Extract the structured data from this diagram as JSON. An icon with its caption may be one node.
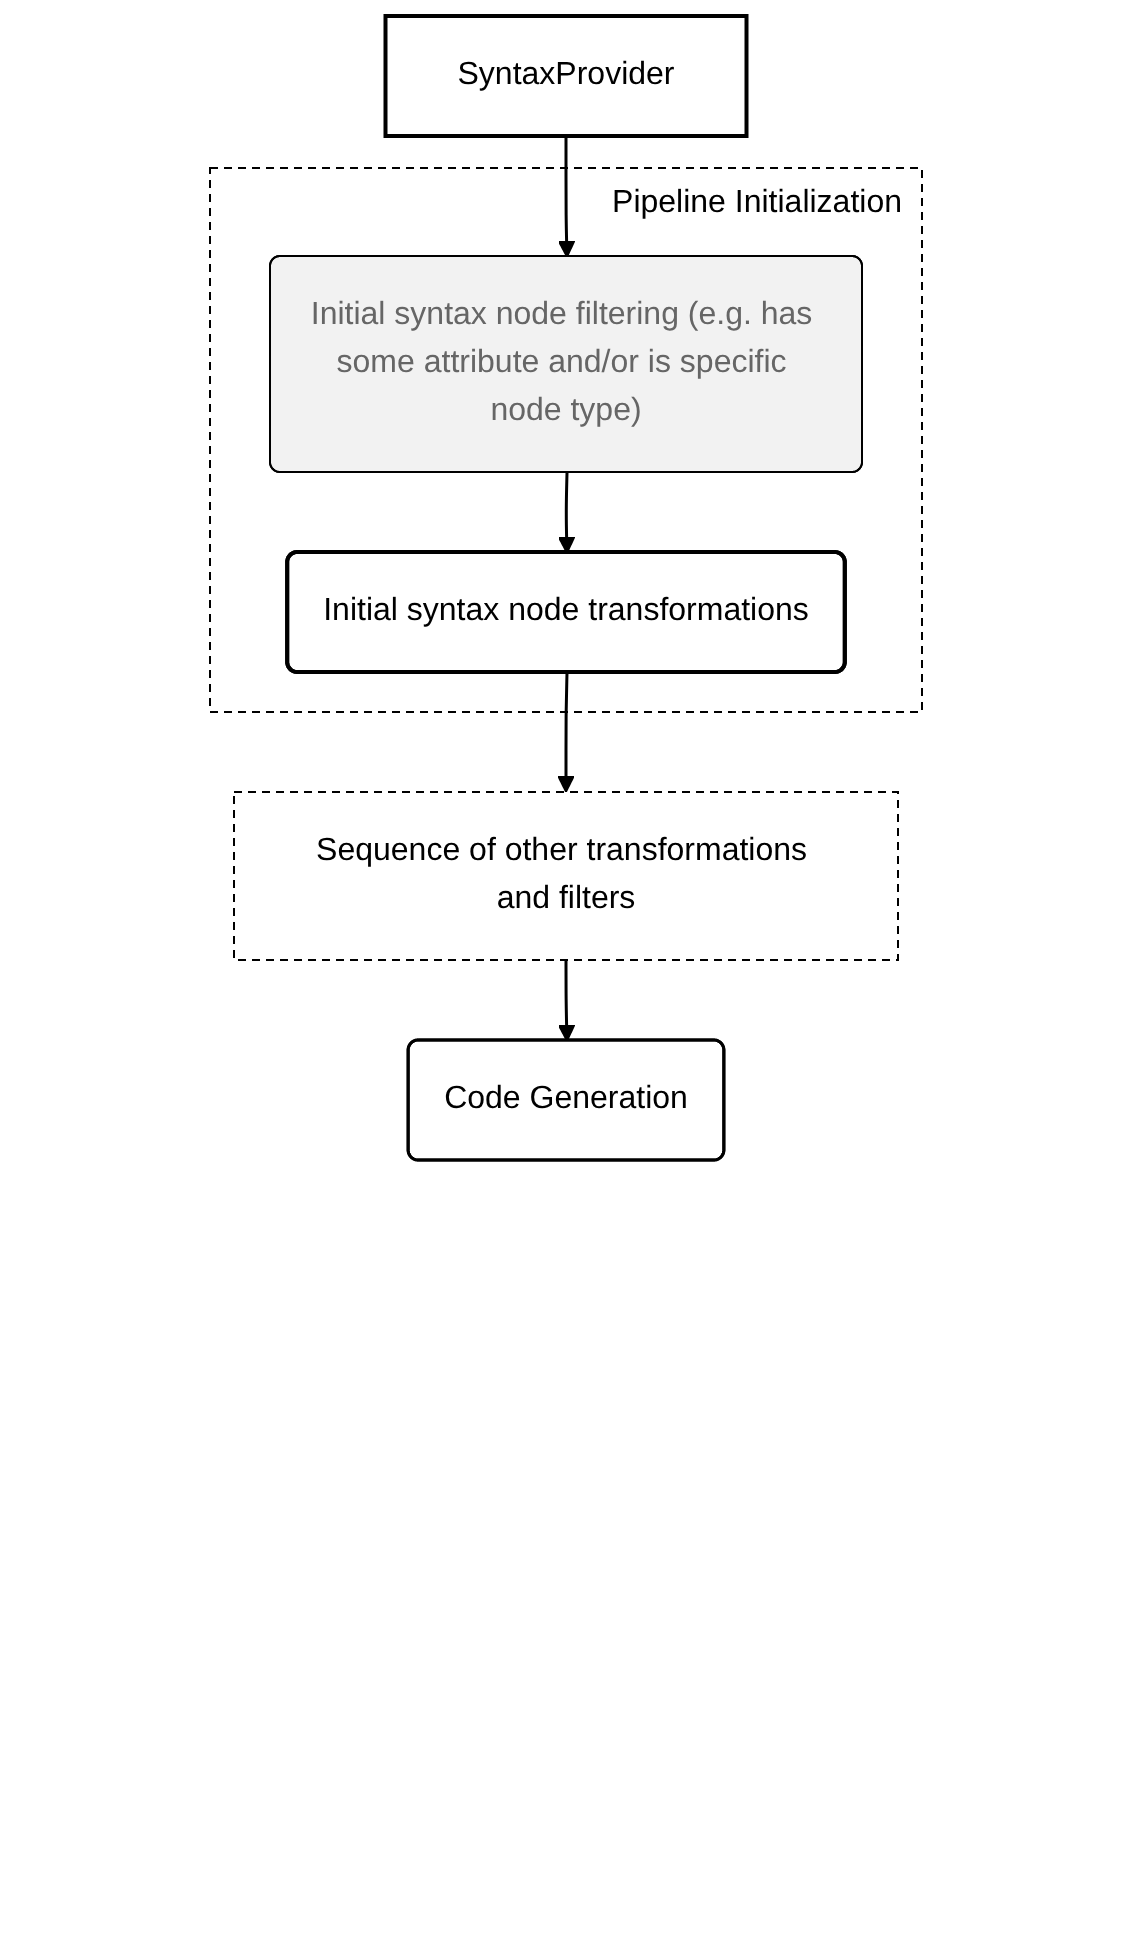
{
  "diagram": {
    "nodes": [
      {
        "text": [
          "SyntaxProvider"
        ]
      },
      {
        "text": [
          "Pipeline Initialization"
        ]
      },
      {
        "text": [
          "Initial syntax node filtering (e.g. has some attribute and/or is specific node type)"
        ],
        "in": 1
      },
      {
        "text": [
          "Initial syntax node transformations"
        ],
        "in": 1
      },
      {
        "text": [
          "Sequence of other transformations and filters"
        ]
      },
      {
        "text": [
          "Code Generation"
        ]
      }
    ],
    "edges": [
      {
        "from": 0,
        "to": 2,
        "arrow": "to"
      },
      {
        "from": 2,
        "to": 3,
        "arrow": "to"
      },
      {
        "from": 3,
        "to": 4,
        "arrow": "to"
      },
      {
        "from": 4,
        "to": 5,
        "arrow": "to"
      }
    ]
  }
}
